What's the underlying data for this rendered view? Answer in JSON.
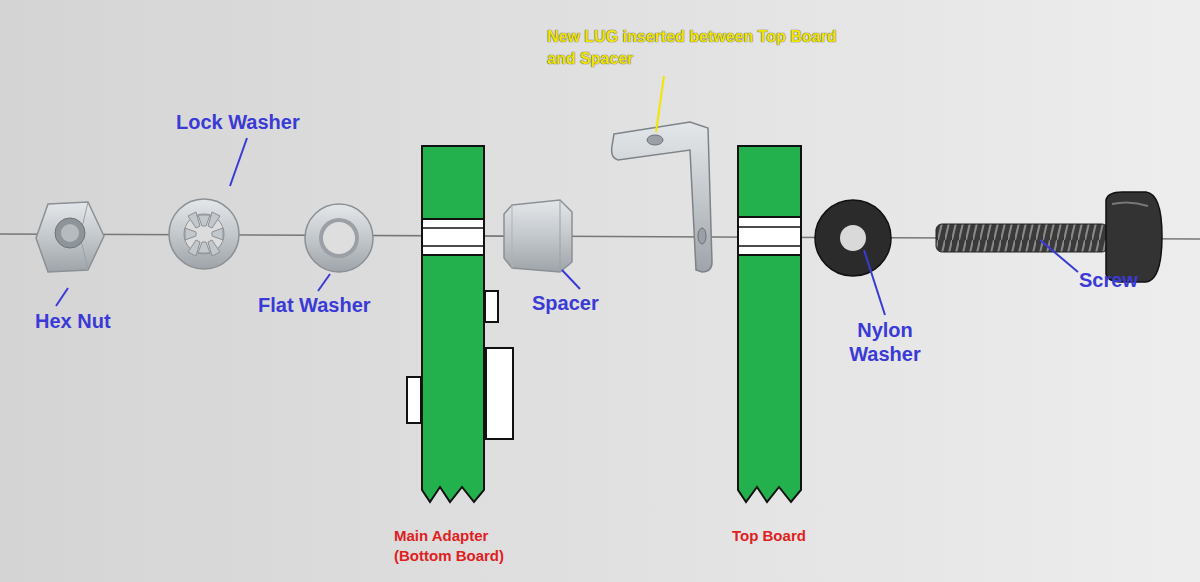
{
  "diagram": {
    "labels": [
      "New LUG inserted between Top Board and Spacer",
      "Lock Washer",
      "Hex Nut",
      "Flat Washer",
      "Spacer",
      "Nylon Washer",
      "Screw",
      "Main Adapter (Bottom Board)",
      "Top Board"
    ]
  }
}
